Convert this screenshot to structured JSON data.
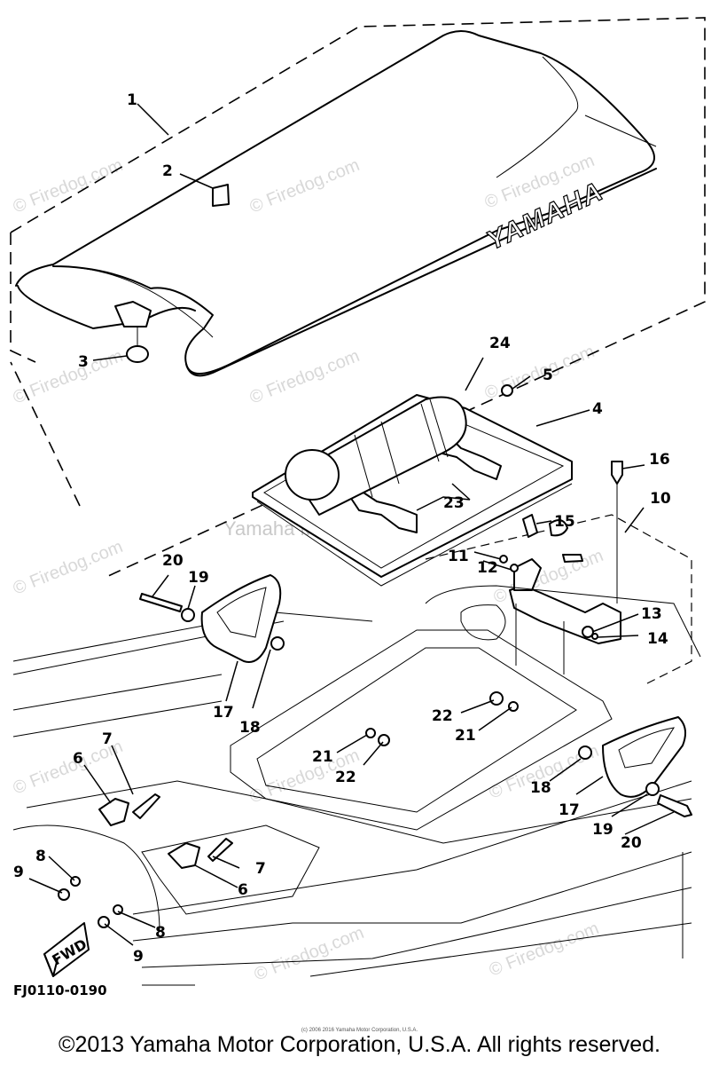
{
  "diagram": {
    "title": "Seat / Storage Box Exploded Parts Diagram",
    "brand_on_seat": "YAMAHA",
    "direction_arrow": "FWD",
    "figure_code": "FJ0110-0190",
    "callouts": [
      {
        "id": "c1",
        "label": "1"
      },
      {
        "id": "c2",
        "label": "2"
      },
      {
        "id": "c3",
        "label": "3"
      },
      {
        "id": "c4",
        "label": "4"
      },
      {
        "id": "c5",
        "label": "5"
      },
      {
        "id": "c6a",
        "label": "6"
      },
      {
        "id": "c6b",
        "label": "6"
      },
      {
        "id": "c7a",
        "label": "7"
      },
      {
        "id": "c7b",
        "label": "7"
      },
      {
        "id": "c8a",
        "label": "8"
      },
      {
        "id": "c8b",
        "label": "8"
      },
      {
        "id": "c9a",
        "label": "9"
      },
      {
        "id": "c9b",
        "label": "9"
      },
      {
        "id": "c10",
        "label": "10"
      },
      {
        "id": "c11",
        "label": "11"
      },
      {
        "id": "c12",
        "label": "12"
      },
      {
        "id": "c13",
        "label": "13"
      },
      {
        "id": "c14",
        "label": "14"
      },
      {
        "id": "c15",
        "label": "15"
      },
      {
        "id": "c16",
        "label": "16"
      },
      {
        "id": "c17a",
        "label": "17"
      },
      {
        "id": "c17b",
        "label": "17"
      },
      {
        "id": "c18a",
        "label": "18"
      },
      {
        "id": "c18b",
        "label": "18"
      },
      {
        "id": "c19a",
        "label": "19"
      },
      {
        "id": "c19b",
        "label": "19"
      },
      {
        "id": "c20a",
        "label": "20"
      },
      {
        "id": "c20b",
        "label": "20"
      },
      {
        "id": "c21a",
        "label": "21"
      },
      {
        "id": "c21b",
        "label": "21"
      },
      {
        "id": "c22a",
        "label": "22"
      },
      {
        "id": "c22b",
        "label": "22"
      },
      {
        "id": "c23",
        "label": "23"
      },
      {
        "id": "c24",
        "label": "24"
      }
    ]
  },
  "watermarks": {
    "firedog": "© Firedog.com",
    "center": "Yamaha Motor Corp. U.S.A."
  },
  "footer": {
    "small_notice": "(c) 2006 2016 Yamaha Motor Corporation, U.S.A.",
    "copyright": "©2013 Yamaha Motor Corporation, U.S.A. All rights reserved."
  }
}
